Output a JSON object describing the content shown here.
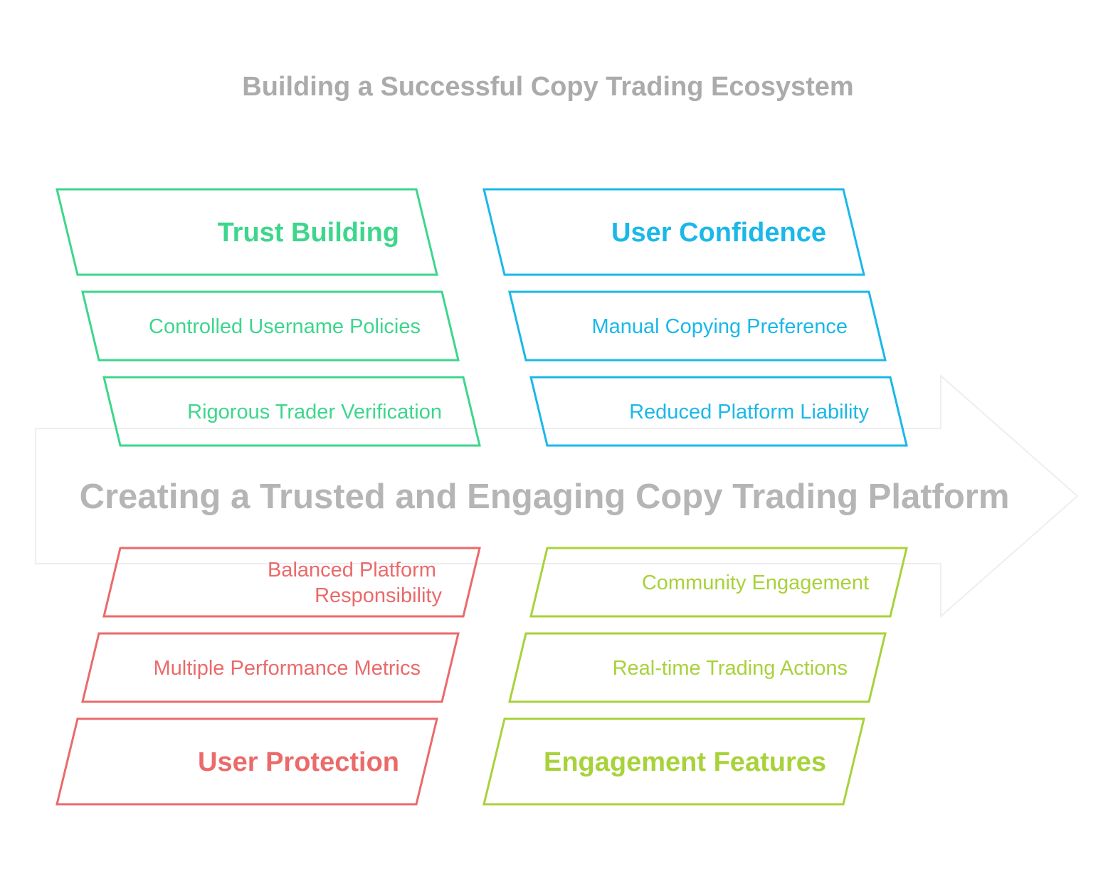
{
  "title": "Building a Successful Copy Trading Ecosystem",
  "center_label": "Creating a Trusted and Engaging Copy Trading Platform",
  "colors": {
    "title": "#ababab",
    "center_label": "#b5b5b5",
    "arrow": "#eeeeee",
    "trust": "#3dd68c",
    "confidence": "#1ab8e8",
    "protection": "#eb6a6a",
    "engagement": "#a8d23a"
  },
  "groups": {
    "trust": {
      "heading": "Trust Building",
      "items": [
        "Controlled Username Policies",
        "Rigorous Trader Verification"
      ]
    },
    "confidence": {
      "heading": "User Confidence",
      "items": [
        "Manual Copying Preference",
        "Reduced Platform Liability"
      ]
    },
    "protection": {
      "heading": "User Protection",
      "items": [
        [
          "Balanced Platform",
          "Responsibility"
        ],
        "Multiple Performance Metrics"
      ]
    },
    "engagement": {
      "heading": "Engagement Features",
      "items": [
        "Community Engagement",
        "Real-time Trading Actions"
      ]
    }
  }
}
